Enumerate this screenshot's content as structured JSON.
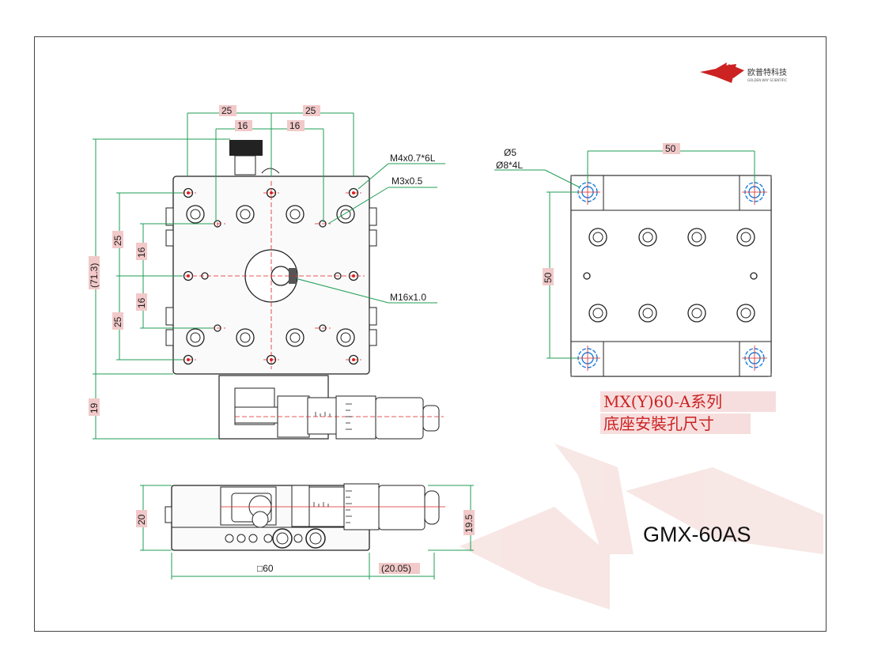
{
  "logo": {
    "cn": "欧普特科技",
    "en": "GOLDEN WAY SCIENTIFIC"
  },
  "series_title": {
    "line1": "MX(Y)60-A系列",
    "line2": "底座安裝孔尺寸"
  },
  "model": "GMX-60AS",
  "top_view": {
    "dim_top_outer_left": "25",
    "dim_top_outer_right": "25",
    "dim_top_inner_left": "16",
    "dim_top_inner_right": "16",
    "dim_overall_height": "(71.3)",
    "dim_left_upper": "25",
    "dim_left_lower": "25",
    "dim_left_inner_upper": "16",
    "dim_left_inner_lower": "16",
    "dim_micrometer": "19",
    "callout_m4": "M4x0.7*6L",
    "callout_m3": "M3x0.5",
    "callout_m16": "M16x1.0"
  },
  "base_view": {
    "dim_width": "50",
    "dim_height": "50",
    "callout_d5": "Ø5",
    "callout_d8": "Ø8*4L"
  },
  "side_view": {
    "dim_height": "20",
    "dim_right": "19.5",
    "dim_width": "□60",
    "dim_extension": "(20.05)"
  }
}
